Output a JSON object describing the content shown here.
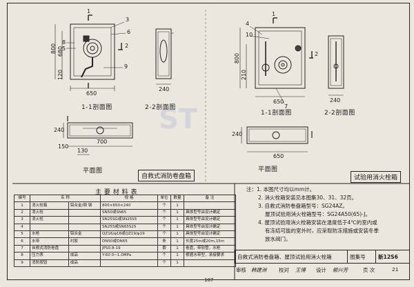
{
  "views": {
    "section_11_left": "1-1剖面图",
    "section_22_left": "2-2剖面图",
    "plan": "平面图",
    "section_11_right": "1-1剖面图",
    "section_22_right": "2-2剖面图",
    "caption_left": "自救式消防卷盘箱",
    "caption_right": "试验用消火栓箱"
  },
  "dims": {
    "d650": "650",
    "d800": "800",
    "d680": "680",
    "d120": "120",
    "d240": "240",
    "d210": "210",
    "d150": "150",
    "d130": "130",
    "d700": "700",
    "mark1": "1",
    "mark2": "2",
    "c3": "3",
    "c4": "4",
    "c5": "5",
    "c6": "6",
    "c8": "8",
    "c9": "9",
    "c10": "10",
    "c7": "7"
  },
  "materials": {
    "title": "主 要 材 料 表",
    "headers": [
      "编号",
      "名 称",
      "规 格",
      "单位",
      "数量",
      "备 注"
    ],
    "rows": [
      [
        "1",
        "消火栓箱",
        "铝合金/钢 钢",
        "800×650×240",
        "个",
        "1",
        ""
      ],
      [
        "2",
        "消火栓",
        "",
        "SN50或SN65",
        "个",
        "1",
        "具体型号由设计确定"
      ],
      [
        "3",
        "消火栓",
        "",
        "SN25SG或SN25S5",
        "个",
        "1",
        "具体型号由设计确定"
      ],
      [
        "4",
        "",
        "",
        "SN25S或SN65S25",
        "个",
        "1",
        "具体型号由设计确定"
      ],
      [
        "5",
        "水枪",
        "铝合金",
        "QZ16/φ16或QZ19/φ19",
        "个",
        "1",
        "具体型号由设计确定"
      ],
      [
        "6",
        "水带",
        "衬胶",
        "DN50或DN65",
        "条",
        "1",
        "长度25m或20m,15m"
      ],
      [
        "7",
        "自救式消防卷盘",
        "",
        "JPS0.8-19",
        "套",
        "1",
        "卷盘，带软管，水枪"
      ],
      [
        "8",
        "压力表",
        "成品",
        "Y-60 0~1.0MPa",
        "个",
        "1",
        "根据水带型，承接要求"
      ],
      [
        "9",
        "消防按钮",
        "成品",
        "",
        "个",
        "1",
        ""
      ]
    ]
  },
  "notes": [
    "注：1. 本图尺寸均以mm计。",
    "2. 消火栓箱安装见本图集30、31、32页。",
    "3. 自救式消防卷盘箱型号：SG24AZ。",
    "屋顶试验用消火栓箱型号：SG24A50(65)-J。",
    "4. 屋顶试验用消火栓箱安装在温度低于4℃的室内或",
    "有冻结可能的室外时，应采取防冻措施或安装冬季",
    "放水阀门。"
  ],
  "titleblock": {
    "name": "自救式消防卷盘箱、屋顶试验用消火栓箱",
    "label": "图集号",
    "code": "新12S6",
    "sig1": "审核",
    "sig1n": "韩建洲",
    "sig2": "校对",
    "sig2n": "王博",
    "sig3": "设计",
    "sig3n": "赖兴芳",
    "page_label": "页 次",
    "page": "21"
  },
  "footer_page": "187"
}
